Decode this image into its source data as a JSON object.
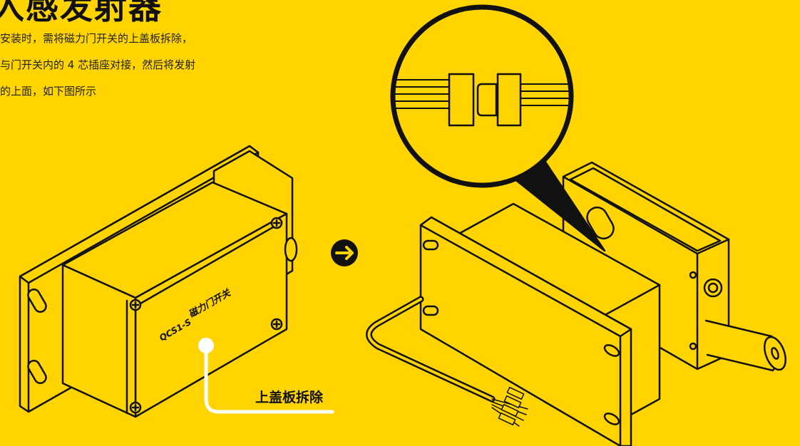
{
  "heading": {
    "title": "入感发射器"
  },
  "intro": {
    "lines": [
      "安装时，需将磁力门开关的上盖板拆除，",
      "与门开关内的 4 芯插座对接，然后将发射",
      "的上面，如下图所示"
    ]
  },
  "left_device": {
    "label_model": "QCS1-S",
    "label_name": "磁力门开关"
  },
  "callout": {
    "label": "上盖板拆除"
  },
  "arrow": {
    "icon": "arrow-right-circle-icon"
  },
  "colors": {
    "background": "#FFD400",
    "line": "#111111",
    "marker": "#FFFFFF"
  }
}
